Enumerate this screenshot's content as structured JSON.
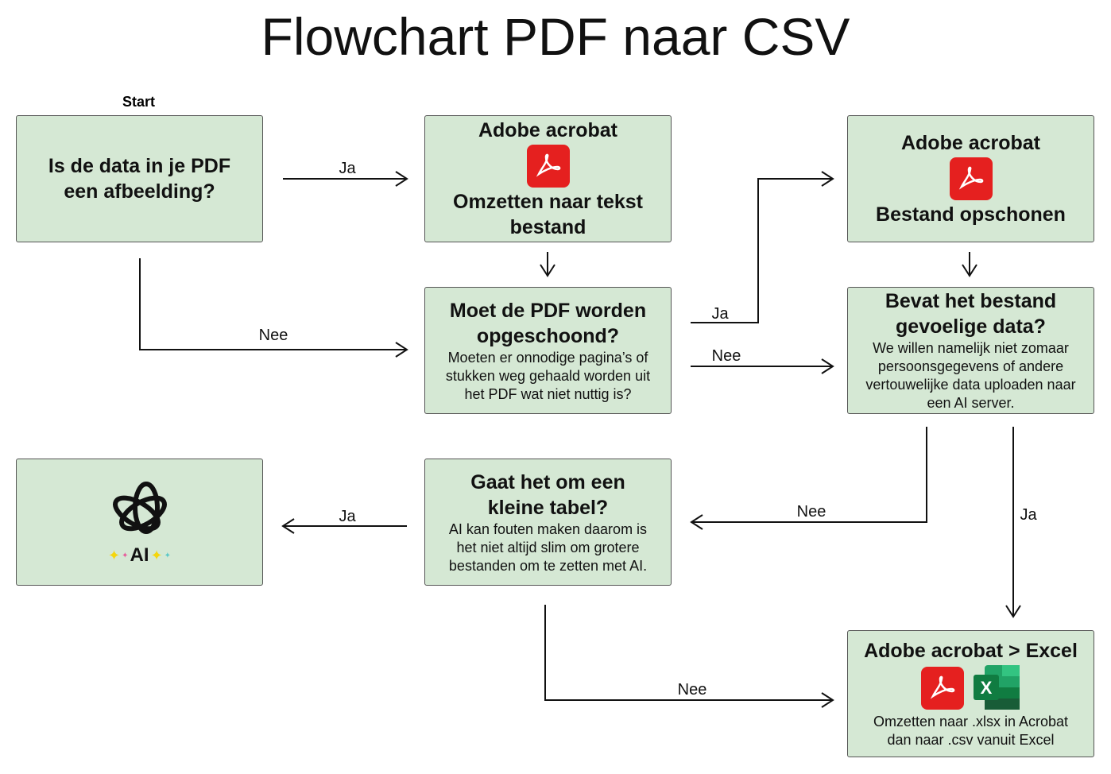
{
  "title": "Flowchart PDF naar CSV",
  "start_label": "Start",
  "boxes": {
    "q_image": {
      "title": "Is de data in je PDF een afbeelding?"
    },
    "acrobat_ocr": {
      "title": "Adobe acrobat",
      "action": "Omzetten naar tekst bestand"
    },
    "acrobat_clean": {
      "title": "Adobe acrobat",
      "action": "Bestand opschonen"
    },
    "q_clean": {
      "title": "Moet de PDF worden opgeschoond?",
      "desc": "Moeten er onnodige pagina’s of stukken weg gehaald worden uit het PDF wat niet nuttig is?"
    },
    "q_sensitive": {
      "title": "Bevat het bestand gevoelige data?",
      "desc": "We willen namelijk niet zomaar persoonsgegevens of andere vertouwelijke data uploaden naar een AI server."
    },
    "ai": {
      "label": "AI"
    },
    "q_small": {
      "title": "Gaat het om een kleine tabel?",
      "desc": "AI kan fouten maken daarom is het niet altijd slim om grotere bestanden om te zetten met AI."
    },
    "acrobat_excel": {
      "title": "Adobe acrobat > Excel",
      "desc": "Omzetten naar .xlsx in Acrobat dan naar .csv vanuit Excel"
    }
  },
  "edges": {
    "e1": "Ja",
    "e2": "Nee",
    "e3": "Ja",
    "e4": "Nee",
    "e5": "Nee",
    "e6": "Ja",
    "e7": "Ja",
    "e8": "Nee"
  },
  "colors": {
    "box": "#d5e8d4",
    "pdf": "#e5201f",
    "excel": "#107c41"
  }
}
